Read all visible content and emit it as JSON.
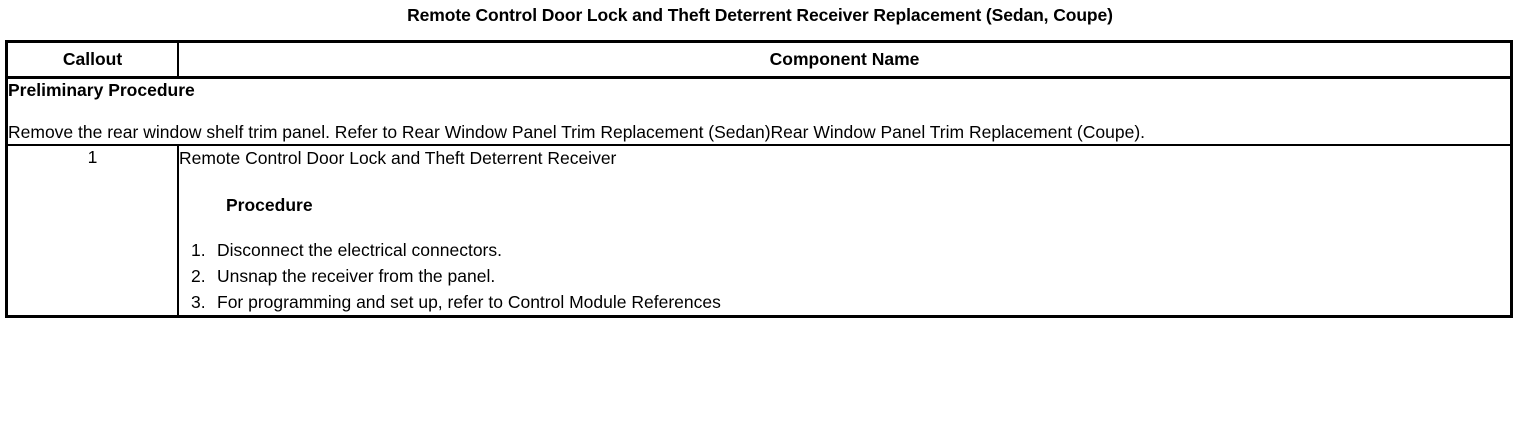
{
  "document": {
    "title": "Remote Control Door Lock and Theft Deterrent Receiver Replacement (Sedan, Coupe)"
  },
  "table": {
    "headers": {
      "callout": "Callout",
      "component_name": "Component Name"
    },
    "preliminary": {
      "heading": "Preliminary Procedure",
      "body": "Remove the rear window shelf trim panel. Refer to Rear Window Panel Trim Replacement (Sedan)Rear Window Panel Trim Replacement (Coupe)."
    },
    "rows": [
      {
        "callout": "1",
        "component_name": "Remote Control Door Lock and Theft Deterrent Receiver",
        "subheading": "Procedure",
        "steps": [
          {
            "num": "1.",
            "text": "Disconnect the electrical connectors."
          },
          {
            "num": "2.",
            "text": "Unsnap the receiver from the panel."
          },
          {
            "num": "3.",
            "text": "For programming and set up, refer to Control Module References"
          }
        ]
      }
    ]
  },
  "colors": {
    "border": "#000000",
    "text": "#000000",
    "background": "#ffffff"
  }
}
